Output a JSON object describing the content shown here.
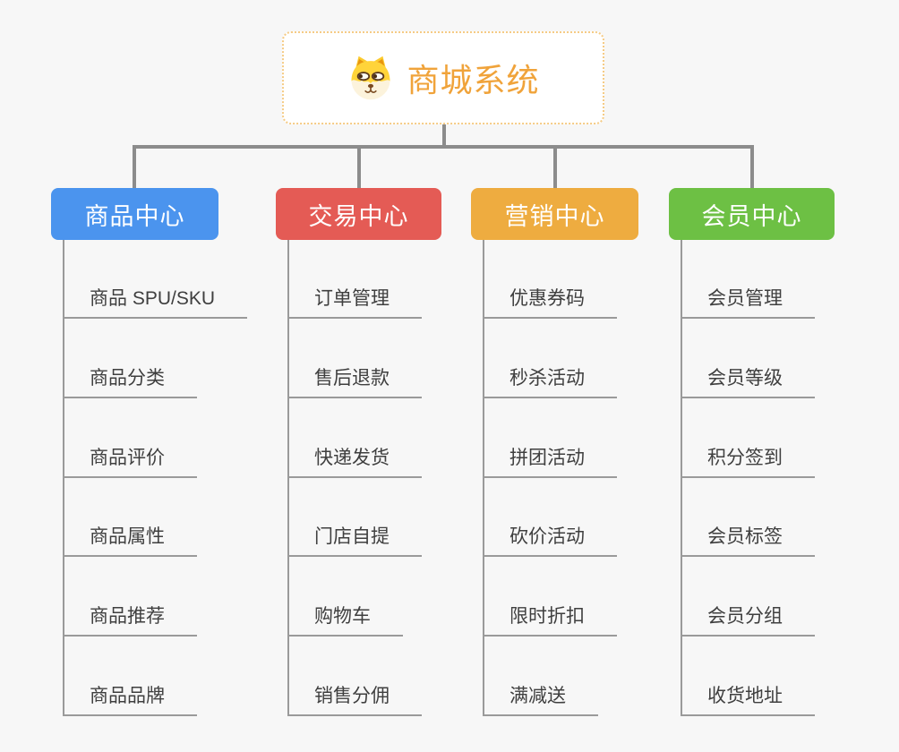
{
  "background": "#F7F7F7",
  "root": {
    "title": "商城系统",
    "icon": "shiba-dog-face-icon",
    "text_color": "#F0A33A",
    "border_color": "#F5CB85"
  },
  "connectors": {
    "main_color": "#8C8C8C",
    "leaf_line_color": "#9A9A9A"
  },
  "leaf_text_color": "#3F3F3F",
  "branches": [
    {
      "label": "商品中心",
      "color": "#4B94EE",
      "children": [
        "商品 SPU/SKU",
        "商品分类",
        "商品评价",
        "商品属性",
        "商品推荐",
        "商品品牌"
      ]
    },
    {
      "label": "交易中心",
      "color": "#E45B55",
      "children": [
        "订单管理",
        "售后退款",
        "快递发货",
        "门店自提",
        "购物车",
        "销售分佣"
      ]
    },
    {
      "label": "营销中心",
      "color": "#EEAC40",
      "children": [
        "优惠券码",
        "秒杀活动",
        "拼团活动",
        "砍价活动",
        "限时折扣",
        "满减送"
      ]
    },
    {
      "label": "会员中心",
      "color": "#6DC044",
      "children": [
        "会员管理",
        "会员等级",
        "积分签到",
        "会员标签",
        "会员分组",
        "收货地址"
      ]
    }
  ]
}
